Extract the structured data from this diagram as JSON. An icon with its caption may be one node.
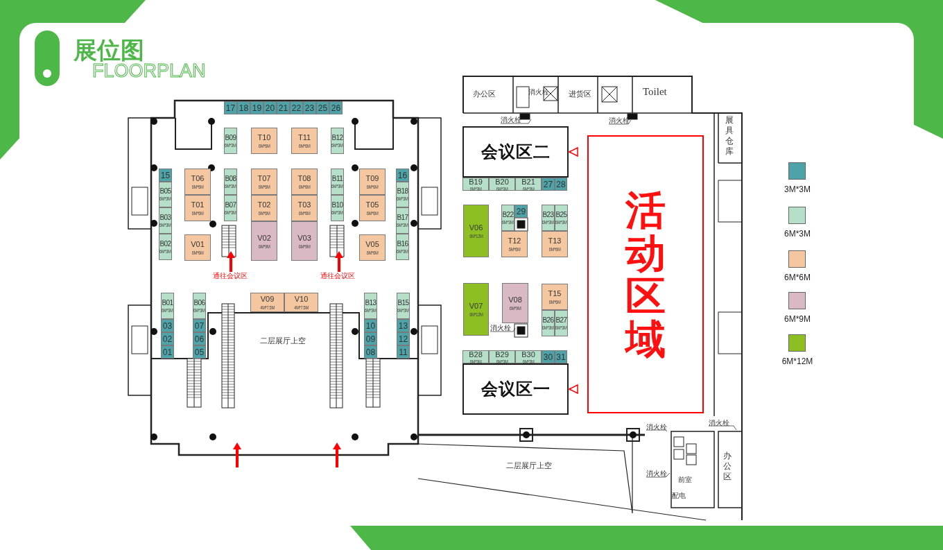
{
  "diagram": {
    "title": "展位图",
    "nodes": [
      {
        "text": [
          "17"
        ]
      },
      {
        "text": [
          "18"
        ]
      },
      {
        "text": [
          "19"
        ]
      },
      {
        "text": [
          "20"
        ]
      },
      {
        "text": [
          "21"
        ]
      },
      {
        "text": [
          "22"
        ]
      },
      {
        "text": [
          "23"
        ]
      },
      {
        "text": [
          "25"
        ]
      },
      {
        "text": [
          "26"
        ]
      },
      {
        "text": [
          "B09",
          "6M*3M"
        ]
      },
      {
        "text": [
          "T10",
          "6M*6M"
        ]
      },
      {
        "text": [
          "T11",
          "6M*6M"
        ]
      },
      {
        "text": [
          "B12",
          "6M*3M"
        ]
      },
      {
        "text": [
          "15"
        ]
      },
      {
        "text": [
          "T06",
          "6M*6M"
        ]
      },
      {
        "text": [
          "B08",
          "6M*3M"
        ]
      },
      {
        "text": [
          "T07",
          "6M*6M"
        ]
      },
      {
        "text": [
          "T08",
          "6M*6M"
        ]
      },
      {
        "text": [
          "B11",
          "6M*3M"
        ]
      },
      {
        "text": [
          "T09",
          "6M*6M"
        ]
      },
      {
        "text": [
          "16"
        ]
      },
      {
        "text": [
          "B05",
          "6M*3M"
        ]
      },
      {
        "text": [
          "T01",
          "6M*6M"
        ]
      },
      {
        "text": [
          "B07",
          "6M*3M"
        ]
      },
      {
        "text": [
          "T02",
          "6M*6M"
        ]
      },
      {
        "text": [
          "T03",
          "6M*6M"
        ]
      },
      {
        "text": [
          "B10",
          "6M*3M"
        ]
      },
      {
        "text": [
          "T05",
          "6M*6M"
        ]
      },
      {
        "text": [
          "B18",
          "6M*3M"
        ]
      },
      {
        "text": [
          "B03",
          "6M*3M"
        ]
      },
      {
        "text": [
          "B17",
          "6M*3M"
        ]
      },
      {
        "text": [
          "B02",
          "6M*3M"
        ]
      },
      {
        "text": [
          "V01",
          "6M*6M"
        ]
      },
      {
        "text": [
          "V02",
          "6M*9M"
        ]
      },
      {
        "text": [
          "V03",
          "6M*9M"
        ]
      },
      {
        "text": [
          "V05",
          "6M*6M"
        ]
      },
      {
        "text": [
          "B16",
          "6M*3M"
        ]
      },
      {
        "text": [
          "B01",
          "6M*3M"
        ]
      },
      {
        "text": [
          "B06",
          "6M*3M"
        ]
      },
      {
        "text": [
          "V09",
          "4M*7.5M"
        ]
      },
      {
        "text": [
          "V10",
          "4M*7.5M"
        ]
      },
      {
        "text": [
          "B13",
          "6M*3M"
        ]
      },
      {
        "text": [
          "B15",
          "6M*3M"
        ]
      },
      {
        "text": [
          "03"
        ]
      },
      {
        "text": [
          "07"
        ]
      },
      {
        "text": [
          "10"
        ]
      },
      {
        "text": [
          "13"
        ]
      },
      {
        "text": [
          "02"
        ]
      },
      {
        "text": [
          "06"
        ]
      },
      {
        "text": [
          "09"
        ]
      },
      {
        "text": [
          "12"
        ]
      },
      {
        "text": [
          "01"
        ]
      },
      {
        "text": [
          "05"
        ]
      },
      {
        "text": [
          "08"
        ]
      },
      {
        "text": [
          "11"
        ]
      },
      {
        "text": [
          "会议区二"
        ]
      },
      {
        "text": [
          "活动区域"
        ]
      },
      {
        "text": [
          "B19",
          "6M*3M"
        ]
      },
      {
        "text": [
          "B20",
          "6M*3M"
        ]
      },
      {
        "text": [
          "B21",
          "6M*3M"
        ]
      },
      {
        "text": [
          "27"
        ]
      },
      {
        "text": [
          "28"
        ]
      },
      {
        "text": [
          "V06",
          "6M*12M"
        ]
      },
      {
        "text": [
          "B22",
          "6M*3M"
        ]
      },
      {
        "text": [
          "29"
        ]
      },
      {
        "text": [
          "B23",
          "6M*3M"
        ]
      },
      {
        "text": [
          "B25",
          "6M*3M"
        ]
      },
      {
        "text": [
          "T12",
          "6M*6M"
        ]
      },
      {
        "text": [
          "T13",
          "6M*6M"
        ]
      },
      {
        "text": [
          "V07",
          "6M*12M"
        ]
      },
      {
        "text": [
          "V08",
          "6M*9M"
        ]
      },
      {
        "text": [
          "T15",
          "6M*6M"
        ]
      },
      {
        "text": [
          "B26",
          "6M*3M"
        ]
      },
      {
        "text": [
          "B27",
          "6M*3M"
        ]
      },
      {
        "text": [
          "B28",
          "6M*3M"
        ]
      },
      {
        "text": [
          "B29",
          "6M*3M"
        ]
      },
      {
        "text": [
          "B30",
          "6M*3M"
        ]
      },
      {
        "text": [
          "30"
        ]
      },
      {
        "text": [
          "31"
        ]
      },
      {
        "text": [
          "会议区一"
        ]
      }
    ],
    "edges": [
      {
        "from": null,
        "to": 55,
        "arrow": "to",
        "color": "#ff0000"
      },
      {
        "from": null,
        "to": 79,
        "arrow": "to",
        "color": "#ff0000"
      }
    ],
    "labels": [
      "FLOORPLAN",
      "办公区",
      "消火栓",
      "进货区",
      "Toilet",
      "消火栓",
      "消火栓",
      "展具仓库",
      "通往会议区",
      "通往会议区",
      "消火栓",
      "二层展厅上空",
      "消火栓",
      "消火栓",
      "办公区",
      "二层展厅上空",
      "消火栓",
      "前室",
      "配电"
    ],
    "legend": [
      {
        "text": "3M*3M",
        "color": "#4ea3a8"
      },
      {
        "text": "6M*3M",
        "color": "#b5dfc8"
      },
      {
        "text": "6M*6M",
        "color": "#f5c7a0"
      },
      {
        "text": "6M*9M",
        "color": "#d8b9c4"
      },
      {
        "text": "6M*12M",
        "color": "#8dbf22"
      }
    ]
  }
}
